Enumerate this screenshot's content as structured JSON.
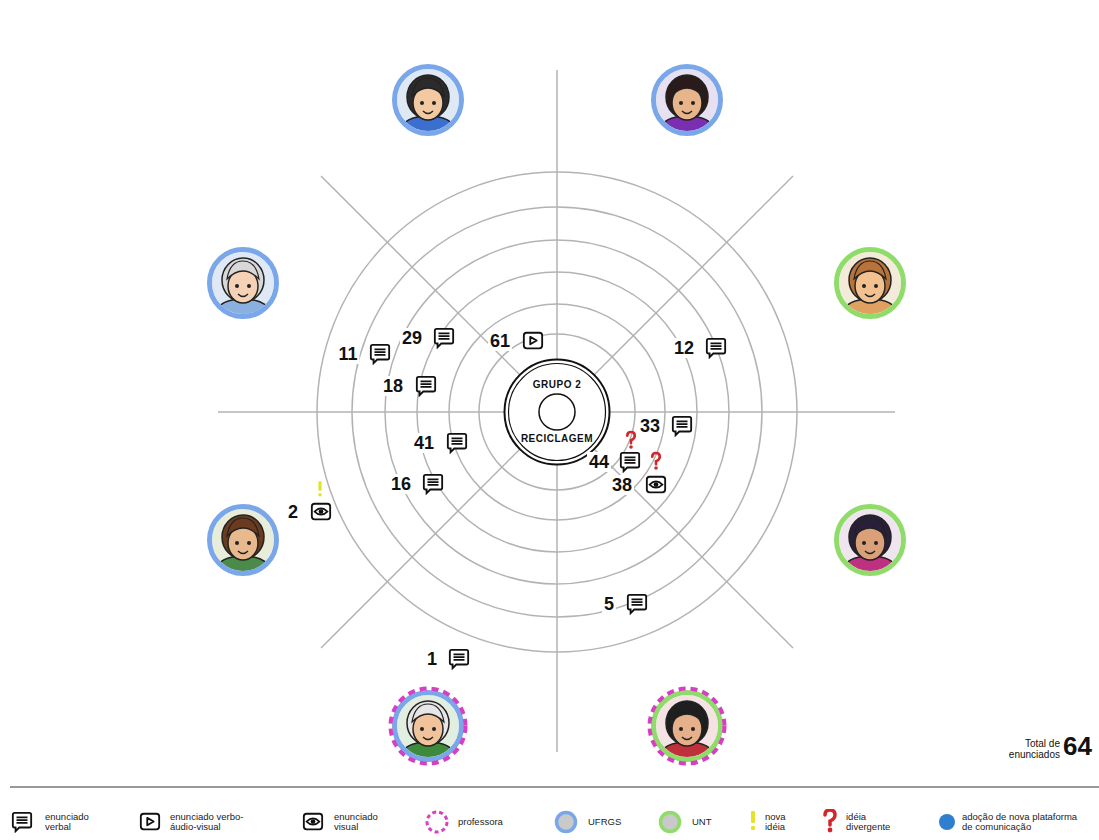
{
  "diagram": {
    "nodes": [
      {
        "text": [
          "GRUPO 2",
          "RECICLAGEM"
        ]
      }
    ],
    "labels": [
      "29",
      "61",
      "12",
      "11",
      "18",
      "33",
      "41",
      "44",
      "16",
      "38",
      "2",
      "5",
      "1",
      "Total de enunciados",
      "64"
    ],
    "legend": [
      {
        "text": "enunciado verbal"
      },
      {
        "text": "enunciado verbo-áudio-visual"
      },
      {
        "text": "enunciado visual"
      },
      {
        "text": "professora"
      },
      {
        "text": "UFRGS",
        "color": "#7aa6ea"
      },
      {
        "text": "UNT",
        "color": "#8fdc6a"
      },
      {
        "text": "nova idéia"
      },
      {
        "text": "idéia divergente"
      },
      {
        "text": "adoção de nova plataforma de comunicação",
        "color": "#2f7fd0"
      }
    ]
  }
}
